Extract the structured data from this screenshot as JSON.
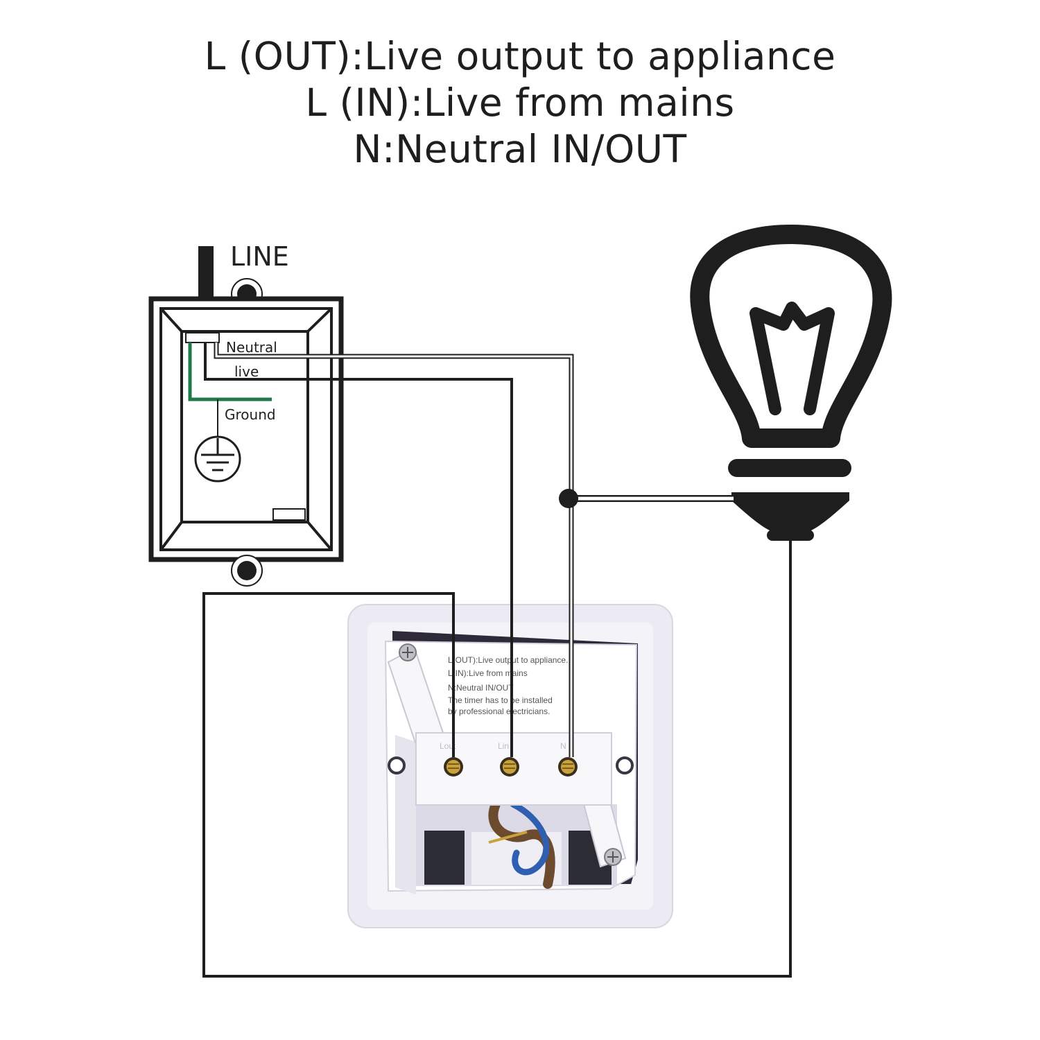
{
  "header": {
    "line1": "L (OUT):Live output to appliance",
    "line2": "L (IN):Live from mains",
    "line3": "N:Neutral IN/OUT"
  },
  "junction_box": {
    "supply_label": "LINE",
    "neutral_label": "Neutral",
    "live_label": "live",
    "ground_label": "Ground"
  },
  "timer_back": {
    "sticker_lines": [
      "L(OUT):Live output to appliance.",
      "L(IN):Live from mains",
      "N:Neutral IN/OUT",
      "The timer has to be installed",
      "by professional electricians."
    ],
    "terminals": [
      "Lout",
      "Lin",
      "N"
    ]
  },
  "colors": {
    "wire": "#1e1e1e",
    "ground_wire": "#1f7a4a",
    "plate": "#eceaf3",
    "brass": "#c9a23c",
    "blue_wire": "#2f5fb0",
    "brown_wire": "#6b4a2e"
  },
  "icons": [
    "ground-symbol-icon",
    "light-bulb-icon",
    "screw-icon"
  ]
}
